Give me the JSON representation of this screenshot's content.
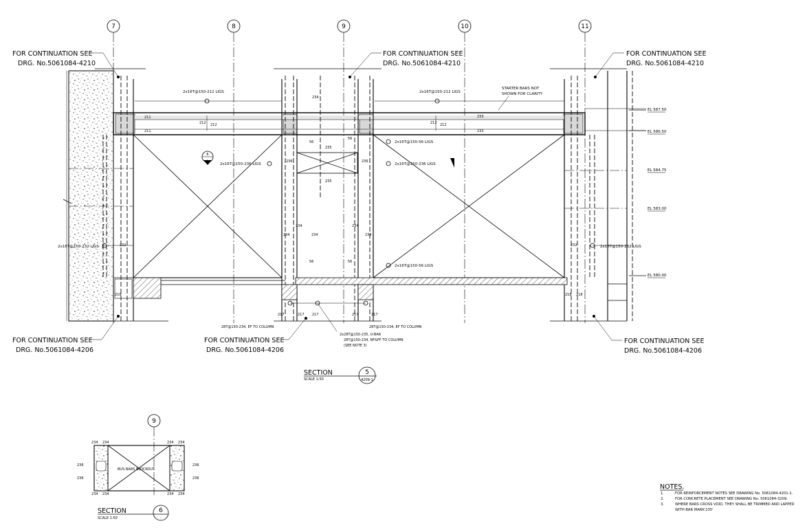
{
  "grid_lines": [
    {
      "label": "7"
    },
    {
      "label": "8"
    },
    {
      "label": "9"
    },
    {
      "label": "10"
    },
    {
      "label": "11"
    }
  ],
  "continuation_refs": {
    "top_left": {
      "line1": "FOR CONTINUATION SEE",
      "line2": "DRG. No.5061084-4210"
    },
    "top_mid": {
      "line1": "FOR CONTINUATION SEE",
      "line2": "DRG. No.5061084-4210"
    },
    "top_right": {
      "line1": "FOR CONTINUATION SEE",
      "line2": "DRG. No.5061084-4210"
    },
    "bot_left": {
      "line1": "FOR CONTINUATION SEE",
      "line2": "DRG. No.5061084-4206"
    },
    "bot_mid": {
      "line1": "FOR CONTINUATION SEE",
      "line2": "DRG. No.5061084-4206"
    },
    "bot_right": {
      "line1": "FOR CONTINUATION SEE",
      "line2": "DRG. No.5061084-4206"
    }
  },
  "levels": [
    "EL 587.50",
    "EL 586.50",
    "EL 584.75",
    "EL 583.00",
    "EL 580.00"
  ],
  "rebar_notes": {
    "top_left_ligs": "2x16T@150-212 LIGS",
    "top_right_ligs": "2x16T@150-212 LIGS",
    "starter_note_1": "STARTER BARS NOT",
    "starter_note_2": "SHOWN FOR CLARITY",
    "ligs_236_left": "2x16T@150-236 LIGS",
    "ligs_236_right": "2x16T@150-236 LIGS",
    "ligs_56_top": "2x16T@150-56 LIGS",
    "ligs_56_bot": "2x16T@150-56 LIGS",
    "ligs_232_left": "2x16T@150-232 LIGS",
    "ligs_232_right": "2x16T@150-232 LIGS",
    "col_234": "28T@150-234, EF TO COLUMN",
    "col_234_right": "28T@150-234, EF TO COLUMN",
    "ubar_1": "2x28T@150-235, U-BAR",
    "ubar_2": "28T@150-234, NF&FF TO COLUMN",
    "ubar_3": "(SEE NOTE 3)"
  },
  "bar_marks": {
    "m211": "211",
    "m212": "212",
    "m233": "233",
    "m234": "234",
    "m235": "235",
    "m236": "236",
    "m56": "56",
    "m232": "232",
    "m217": "217",
    "m218": "218"
  },
  "section_5": {
    "title": "SECTION",
    "scale": "SCALE 1:50",
    "num": "5",
    "ref": "4209-1"
  },
  "section_6": {
    "title": "SECTION",
    "scale": "SCALE 1:50",
    "num": "6",
    "ref": "-"
  },
  "section_6_marker": {
    "num": "6",
    "ref": "-"
  },
  "section_6_grid": "9",
  "blockout_label": "BUS BARS BLOCKOUT",
  "notes": {
    "heading": "NOTES.",
    "items": [
      {
        "n": "1.",
        "text": "FOR REINFORCEMENT NOTES SEE DRAWING No. 5061084-4201-1."
      },
      {
        "n": "2.",
        "text": "FOR CONCRETE PLACEMENT SEE DRAWING No. 5061084-3209."
      },
      {
        "n": "3.",
        "text": "WHERE BARS CROSS VOID, THEY SHALL BE TRIMMED AND LAPPED"
      },
      {
        "n": "",
        "text": "WITH BAR MARK'235'"
      }
    ]
  }
}
